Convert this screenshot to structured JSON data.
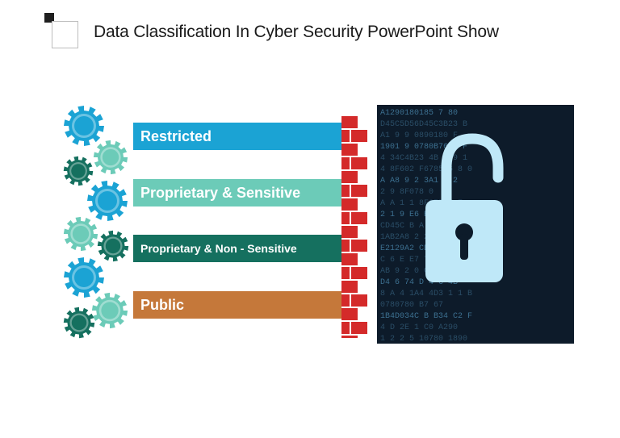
{
  "slide": {
    "title": "Data Classification In Cyber Security PowerPoint Show"
  },
  "levels": [
    {
      "label": "Restricted",
      "color": "#1ba3d4"
    },
    {
      "label": "Proprietary & Sensitive",
      "color": "#6ccbb8"
    },
    {
      "label": "Proprietary  & Non - Sensitive",
      "color": "#15705f"
    },
    {
      "label": "Public",
      "color": "#c5783a"
    }
  ],
  "decor": {
    "gear_colors": [
      "#1ba3d4",
      "#6ccbb8",
      "#15705f"
    ],
    "wall_color": "#d42a2a",
    "mortar_color": "#ffffff",
    "lock_panel_color": "#0d1b2a",
    "lock_color": "#bfe8f8"
  },
  "panel_code": [
    "A1290180185   7  80",
    "D45C5D56D45C3B23   B",
    "A1 9  9  0890180    F",
    "1901 9   0780B76 4 F",
    "4 34C4B23 4B   B 9 1",
    "4 8F602 F6785 6 8 0",
    "A   A8 9 2 3A1 9 2",
    "  2  9    8F078    0",
    "A  A 1 1 8F67F  7 E",
    "2 1 9 E6 E 3  A 0 2",
    "CD45C  B   A 2   8",
    "1AB2A8 2     2  4 D",
    "       E2129A2 CD4 D",
    "   C 6     E E7 7  4",
    "AB 9  2 0  C3 1 9 0",
    "  D4 6 74  D 4 C  4B",
    "8 A 4 1A4 4D3 1 1 B",
    "    0780780   B7  67",
    "1B4D034C   B B34 C2 F",
    "4 D  2E   1 C0 A290",
    "  1 2  2 5 10780 1890"
  ]
}
